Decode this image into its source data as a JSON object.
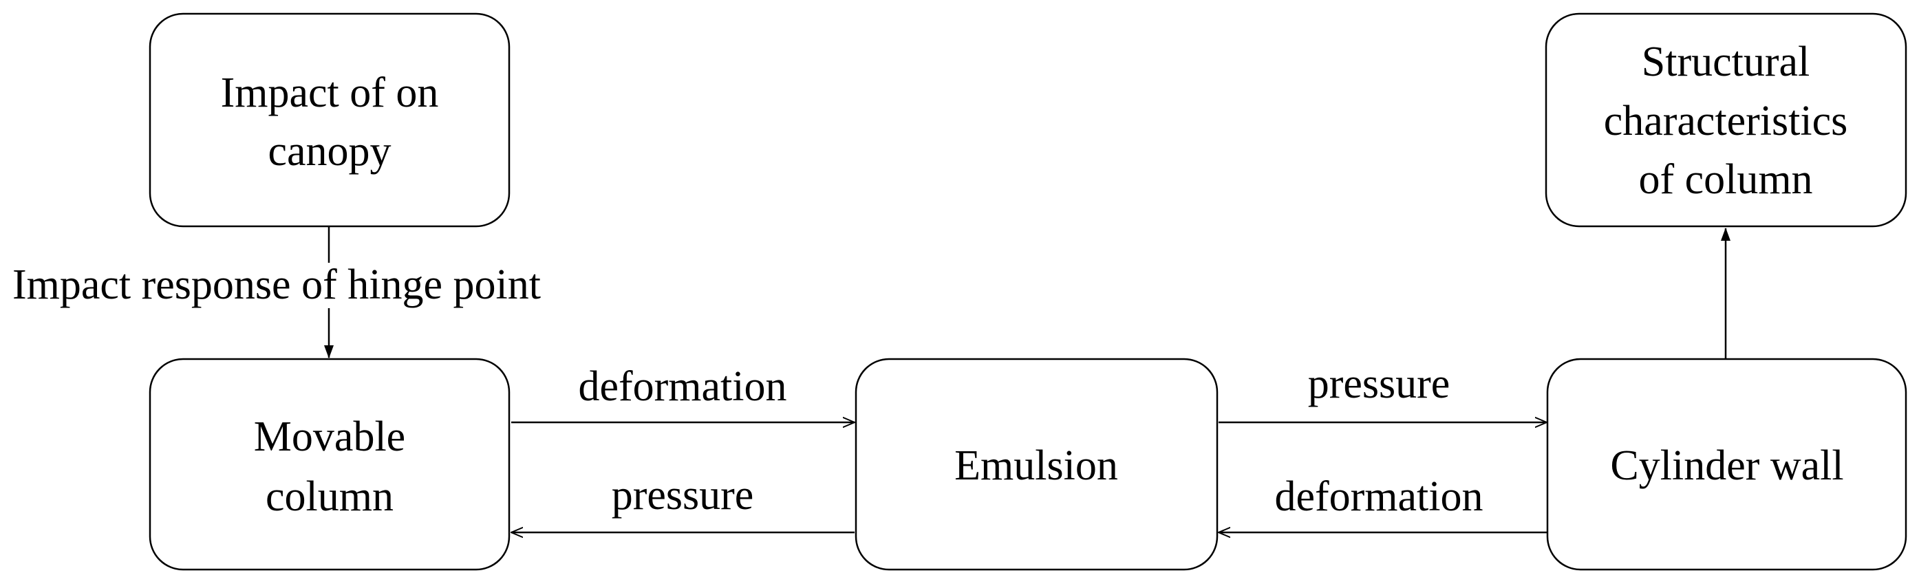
{
  "nodes": {
    "impact_canopy": {
      "lines": [
        "Impact of on",
        "canopy"
      ]
    },
    "structural": {
      "lines": [
        "Structural",
        "characteristics",
        "of column"
      ]
    },
    "movable": {
      "lines": [
        "Movable",
        "column"
      ]
    },
    "emulsion": {
      "lines": [
        "Emulsion"
      ]
    },
    "cylinder": {
      "lines": [
        "Cylinder wall"
      ]
    }
  },
  "edges": {
    "hinge_label": "Impact response of hinge point",
    "movable_to_emulsion": "deformation",
    "emulsion_to_movable": "pressure",
    "emulsion_to_cylinder": "pressure",
    "cylinder_to_emulsion": "deformation"
  }
}
